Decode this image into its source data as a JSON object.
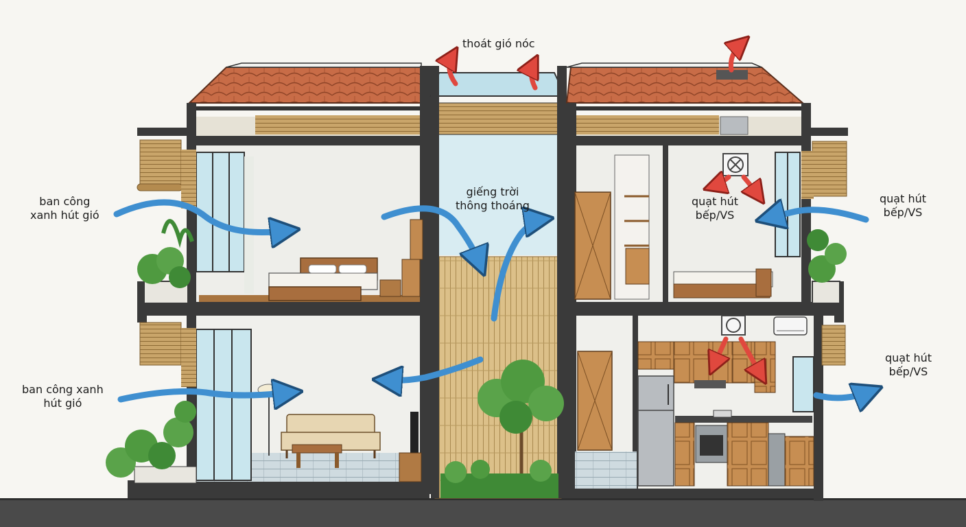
{
  "labels": {
    "roof_vent": "thoát gió nóc",
    "lightwell": [
      "giếng trời",
      "thông thoáng"
    ],
    "balcony_upper": [
      "ban công",
      "xanh hút gió"
    ],
    "balcony_lower": [
      "ban công xanh",
      "hút gió"
    ],
    "fan_inside": [
      "quạt hút",
      "bếp/VS"
    ],
    "fan_right_upper": [
      "quạt hút",
      "bếp/VS"
    ],
    "fan_right_lower": [
      "quạt hút",
      "bếp/VS"
    ]
  },
  "colors": {
    "intake_airflow": "#3f8fd0",
    "exhaust_airflow": "#e0483e",
    "roof_tile": "#c86c47",
    "wood": "#c78e52",
    "bamboo": "#dcc089",
    "wall_section": "#3a3a3a",
    "interior_wall": "#eeeeea",
    "floor_tile": "#cfdbe0",
    "glass": "#c9e6ee",
    "foliage": "#5aa34a",
    "ground": "#4a4a4a"
  },
  "icons": [
    "exhaust-fan-icon",
    "air-conditioner-icon",
    "bed-icon",
    "sofa-icon",
    "tree-icon",
    "plant-icon",
    "refrigerator-icon",
    "oven-icon",
    "bamboo-blind-icon"
  ]
}
